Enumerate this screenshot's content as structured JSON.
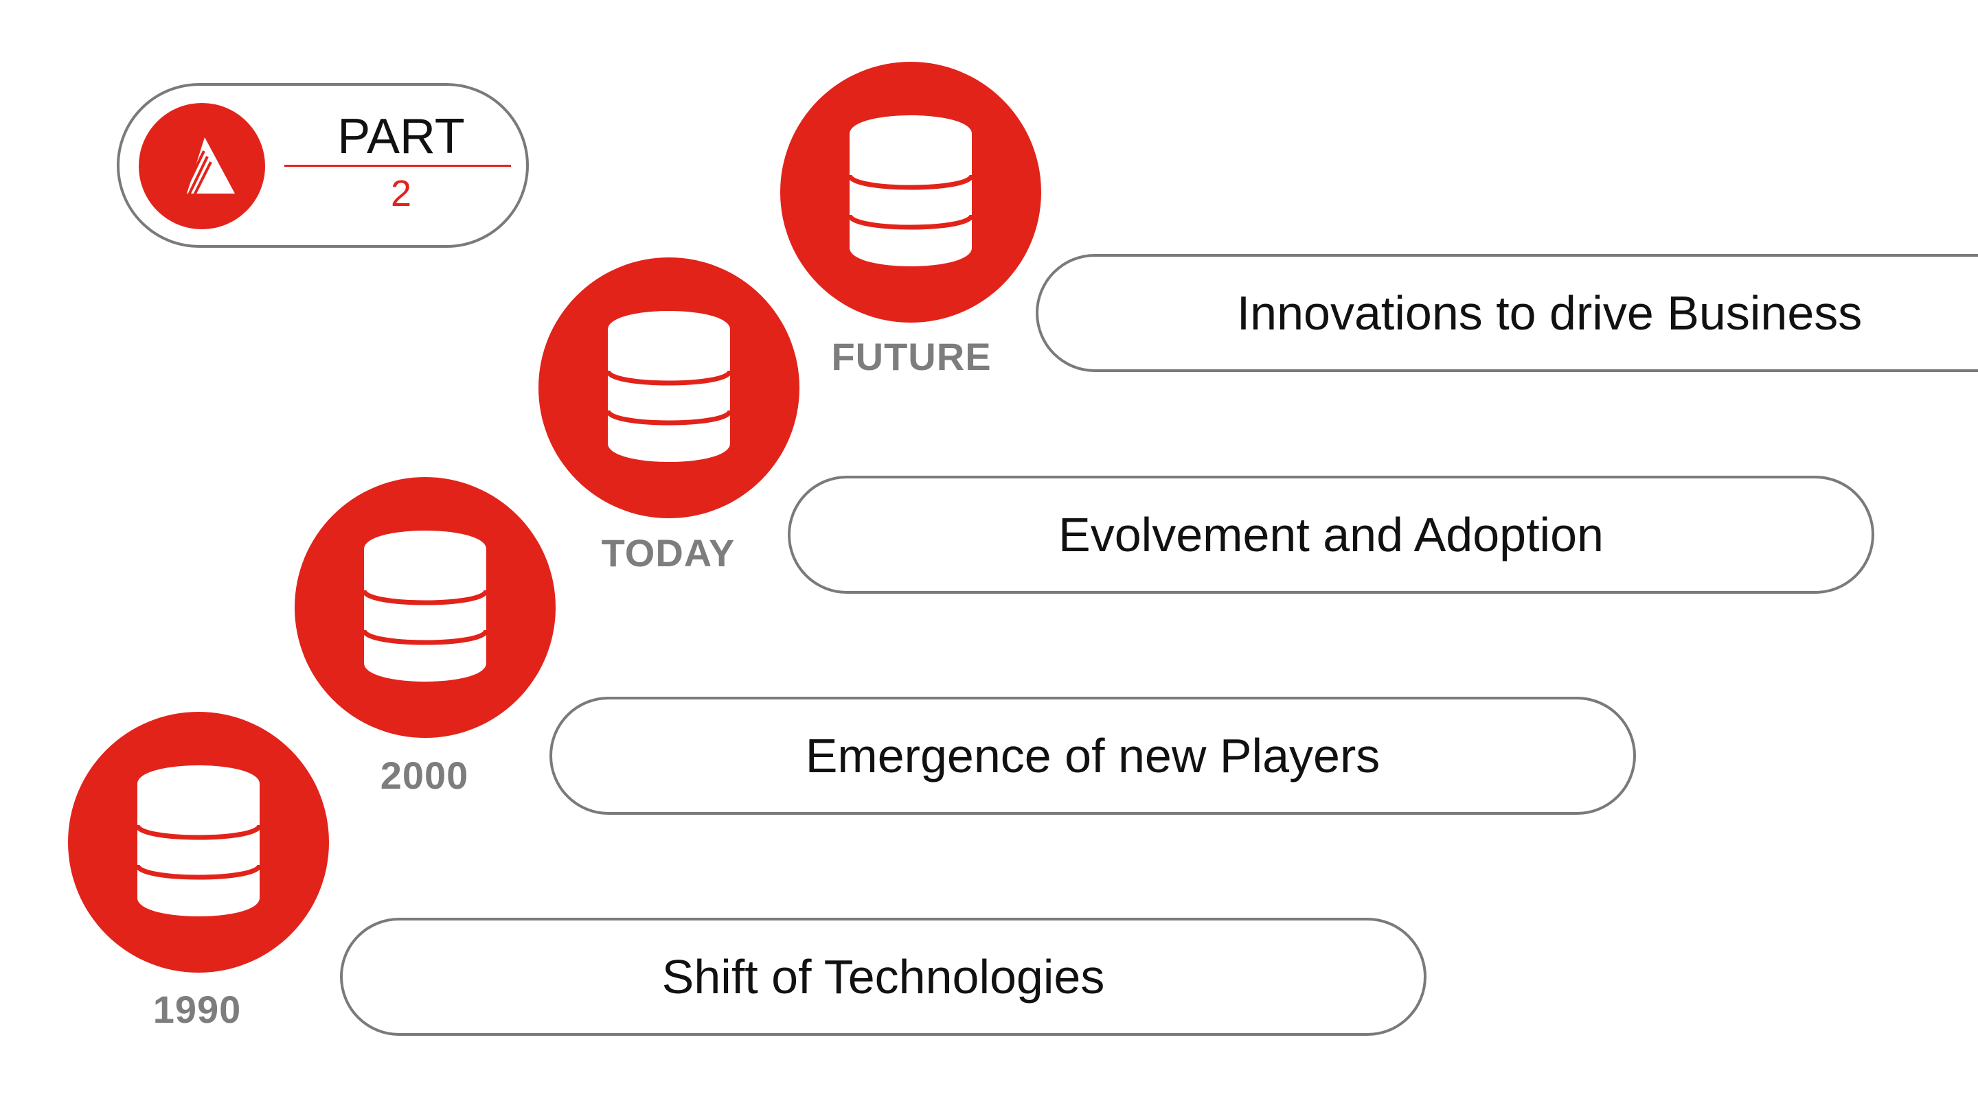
{
  "badge": {
    "part_label": "PART",
    "part_number": "2",
    "logo_icon": "triangle-stripes-logo"
  },
  "colors": {
    "accent": "#e2231a",
    "label_gray": "#7d7d7d",
    "border_gray": "#7a7a7a",
    "text": "#111111"
  },
  "milestones": [
    {
      "era": "1990",
      "text": "Shift of Technologies",
      "icon": "database-icon"
    },
    {
      "era": "2000",
      "text": "Emergence of new Players",
      "icon": "database-icon"
    },
    {
      "era": "TODAY",
      "text": "Evolvement and Adoption",
      "icon": "database-icon"
    },
    {
      "era": "FUTURE",
      "text": "Innovations to drive Business",
      "icon": "database-icon"
    }
  ]
}
